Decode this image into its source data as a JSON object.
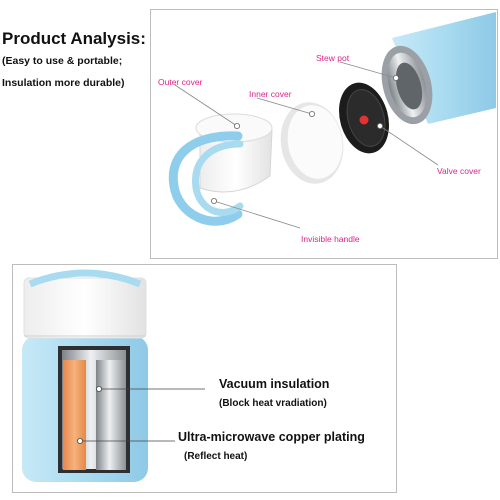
{
  "analysis": {
    "title": "Product Analysis:",
    "line1": "(Easy to use & portable;",
    "line2": "Insulation more durable)"
  },
  "parts": {
    "stew_pot": "Stew pot",
    "outer_cover": "Outer cover",
    "inner_cover": "Inner cover",
    "valve_cover": "Valve cover",
    "invisible_handle": "Invisible handle"
  },
  "cross_section": {
    "vacuum_title": "Vacuum insulation",
    "vacuum_note": "(Block heat vradiation)",
    "copper_title": "Ultra-microwave copper plating",
    "copper_note": "(Reflect heat)"
  },
  "colors": {
    "body_blue": "#a9dbf0",
    "handle_blue": "#8fcdec",
    "label_pink": "#e0218a",
    "valve_red": "#e23232",
    "copper": "#ee9a5a",
    "steel": "#c9cdd1"
  }
}
